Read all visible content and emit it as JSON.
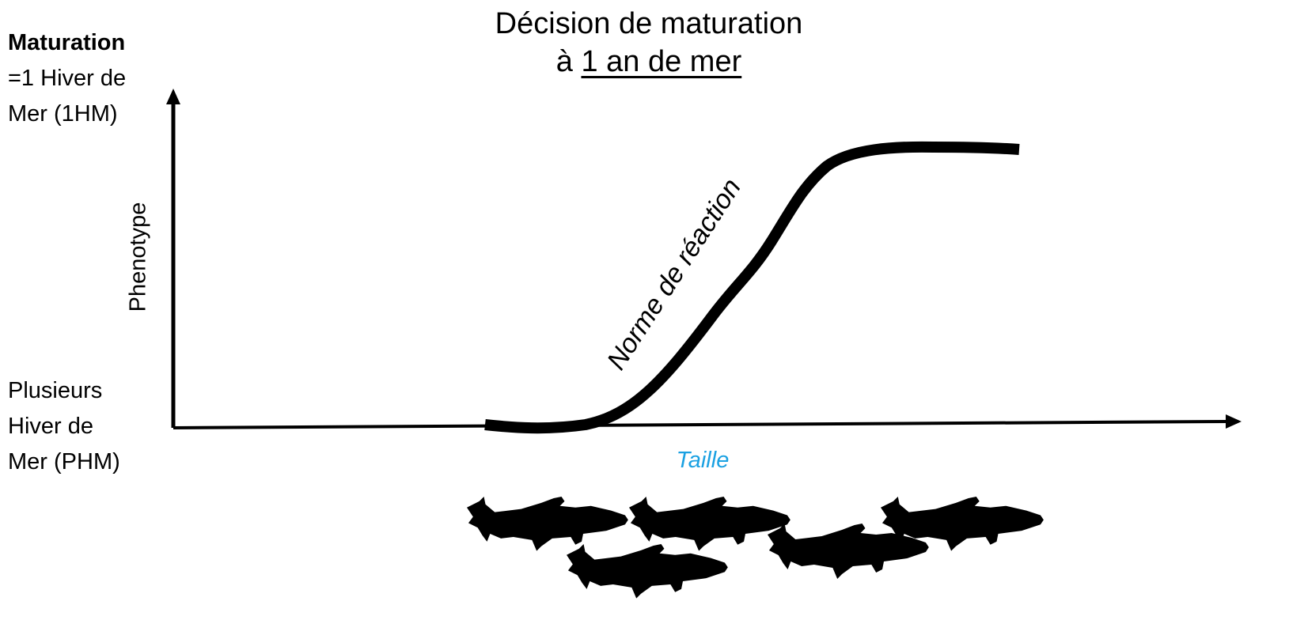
{
  "title": {
    "line1": "Décision de maturation",
    "line2_prefix": "à ",
    "line2_underlined": "1 an de mer"
  },
  "y_top_label": {
    "bold": "Maturation",
    "line2": "=1 Hiver de",
    "line3": "Mer (1HM)"
  },
  "y_bottom_label": {
    "line1": "Plusieurs",
    "line2": "Hiver de",
    "line3": "Mer (PHM)"
  },
  "y_axis_title": "Phenotype",
  "x_axis_title": "Taille",
  "curve_label": "Norme de réaction",
  "colors": {
    "axis": "#000000",
    "curve": "#000000",
    "x_axis_title": "#1ba1e2",
    "fish": "#000000"
  },
  "icons": [
    "fish-silhouette"
  ]
}
